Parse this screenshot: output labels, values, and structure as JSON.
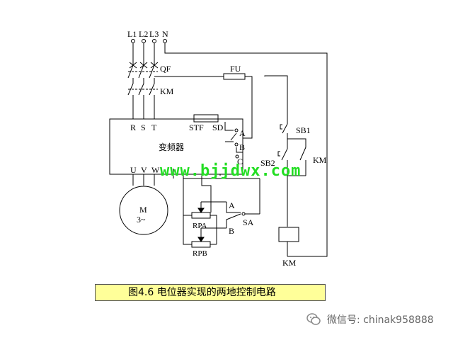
{
  "supply": {
    "l1": "L1",
    "l2": "L2",
    "l3": "L3",
    "n": "N"
  },
  "components": {
    "qf": "QF",
    "km_contact": "KM",
    "fu": "FU",
    "inverter": "变频器",
    "terminals_in": [
      "R",
      "S",
      "T"
    ],
    "terminals_ctrl": [
      "STF",
      "SD"
    ],
    "terminals_out": [
      "U",
      "V",
      "W"
    ],
    "point_a": "A",
    "point_b": "B",
    "point_c": "C",
    "sb1": "SB1",
    "sb2": "SB2",
    "km_aux": "KM",
    "motor_m": "M",
    "motor_phase": "3~",
    "rpa": "RPA",
    "rpb": "RPB",
    "sa": "SA",
    "sa_a": "A",
    "sa_b": "B",
    "km_coil": "KM"
  },
  "watermark": "www.bjjdwx.com",
  "caption": "图4.6 电位器实现的两地控制电路",
  "footer": {
    "text": "微信号: chinak958888",
    "icon": "wechat-icon"
  }
}
